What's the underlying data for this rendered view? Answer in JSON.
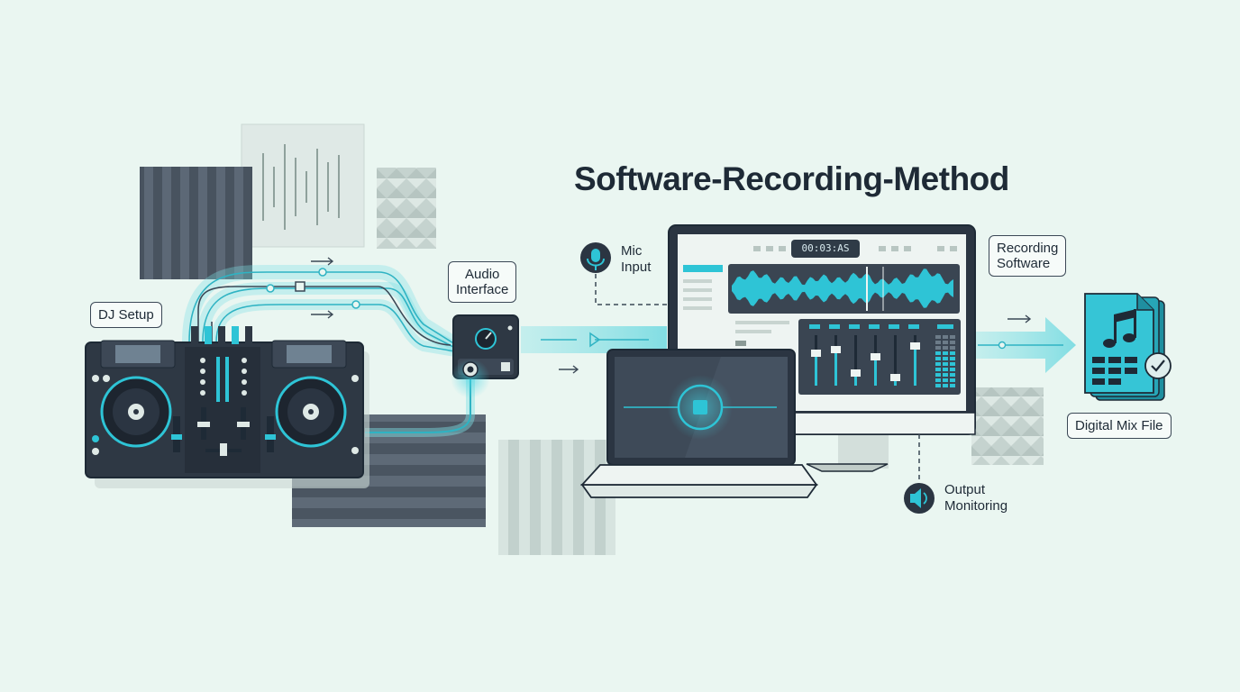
{
  "title": "Software-Recording-Method",
  "labels": {
    "dj_setup": "DJ Setup",
    "audio_interface_l1": "Audio",
    "audio_interface_l2": "Interface",
    "mic_l1": "Mic",
    "mic_l2": "Input",
    "recording_l1": "Recording",
    "recording_l2": "Software",
    "output_l1": "Output",
    "output_l2": "Monitoring",
    "digital_mix_file": "Digital Mix File"
  },
  "daw": {
    "timer": "00:03:AS"
  },
  "icons": [
    "microphone-icon",
    "speaker-icon",
    "music-note-icon",
    "check-icon",
    "stop-icon"
  ],
  "colors": {
    "background": "#eaf6f1",
    "accent": "#2ec4d6",
    "dark": "#2b3542",
    "panel": "#3a4552",
    "outline": "#1e2a36"
  }
}
